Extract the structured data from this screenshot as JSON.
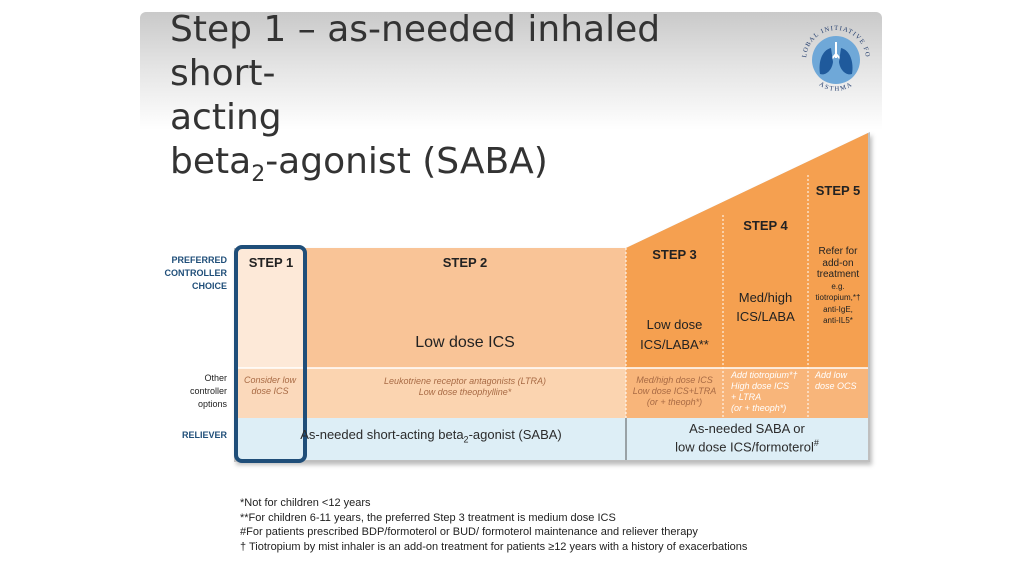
{
  "slide": {
    "title_line1": "Step 1 – as-needed inhaled short-",
    "title_line2": "acting",
    "title_line3_prefix": "beta",
    "title_line3_sub": "2",
    "title_line3_suffix": "-agonist (SABA)"
  },
  "logo": {
    "top_text": "GLOBAL INITIATIVE FOR",
    "bottom_text": "ASTHMA",
    "icon": "lungs-icon"
  },
  "row_labels": {
    "preferred": [
      "PREFERRED",
      "CONTROLLER",
      "CHOICE"
    ],
    "other": [
      "Other",
      "controller",
      "options"
    ],
    "reliever": "RELIEVER"
  },
  "steps": [
    {
      "label": "STEP 1",
      "preferred": "",
      "other": [
        "Consider low",
        "dose ICS"
      ]
    },
    {
      "label": "STEP 2",
      "preferred": "Low dose ICS",
      "other": [
        "Leukotriene receptor antagonists (LTRA)",
        "Low dose theophylline*"
      ]
    },
    {
      "label": "STEP 3",
      "preferred": [
        "Low dose",
        "ICS/LABA**"
      ],
      "other": [
        "Med/high dose ICS",
        "Low dose ICS+LTRA",
        "(or + theoph*)"
      ]
    },
    {
      "label": "STEP 4",
      "preferred": [
        "Med/high",
        "ICS/LABA"
      ],
      "other": [
        "Add tiotropium*†",
        "High dose ICS",
        "+ LTRA",
        "(or + theoph*)"
      ]
    },
    {
      "label": "STEP 5",
      "preferred": [
        "Refer for",
        "add-on",
        "treatment",
        "e.g.",
        "tiotropium,*†",
        "anti-IgE,",
        "anti-IL5*"
      ],
      "other": [
        "Add low",
        "dose OCS"
      ]
    }
  ],
  "reliever": {
    "left_prefix": "As-needed short-acting beta",
    "left_sub": "2",
    "left_suffix": "-agonist (SABA)",
    "right_line1": "As-needed SABA or",
    "right_line2_prefix": "low dose ICS/formoterol",
    "right_line2_sup": "#"
  },
  "footnotes": [
    "*Not for children <12 years",
    "**For children 6-11 years, the preferred Step 3 treatment is medium dose ICS",
    "#For patients prescribed BDP/formoterol or BUD/ formoterol maintenance and reliever therapy",
    "† Tiotropium by mist inhaler is an add-on treatment for patients ≥12 years with a history of exacerbations"
  ],
  "colors": {
    "step1_fill": "#fde9d8",
    "step2_fill": "#f9c497",
    "step345_fill": "#f5a050",
    "other_band_light": "#fbd4b0",
    "reliever_fill": "#ddeef6",
    "highlight_border": "#1f4e79"
  }
}
